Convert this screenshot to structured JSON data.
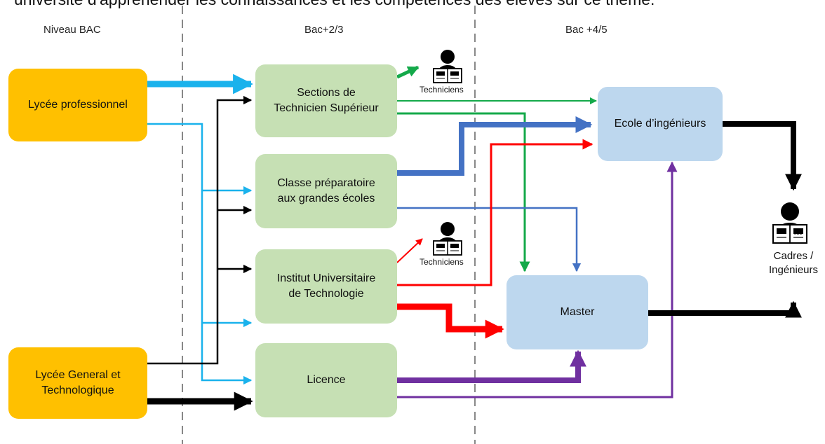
{
  "caption": "université d'appréhender les connaissances et les compétences des élèves sur ce thème.",
  "headers": {
    "level1": "Niveau BAC",
    "level2": "Bac+2/3",
    "level3": "Bac +4/5"
  },
  "boxes": {
    "lycee_pro": "Lycée professionnel",
    "lycee_gen": "Lycée General et\nTechnologique",
    "sts": "Sections de\nTechnicien Supérieur",
    "cpge": "Classe préparatoire\naux grandes écoles",
    "iut": "Institut Universitaire\nde Technologie",
    "licence": "Licence",
    "ecole": "Ecole d’ingénieurs",
    "master": "Master"
  },
  "outcomes": {
    "techniciens_1": "Techniciens",
    "techniciens_2": "Techniciens",
    "cadres": "Cadres /\nIngénieurs",
    "badge": "JOB"
  },
  "colors": {
    "orange": "#ffc000",
    "green_box": "#c6e0b4",
    "blue_box": "#bdd7ee",
    "arrow_lightblue": "#1ab2ec",
    "arrow_black": "#000000",
    "arrow_green": "#14a94a",
    "arrow_blue": "#4472c4",
    "arrow_red": "#ff0000",
    "arrow_purple": "#7030a0",
    "divider": "#888888"
  }
}
